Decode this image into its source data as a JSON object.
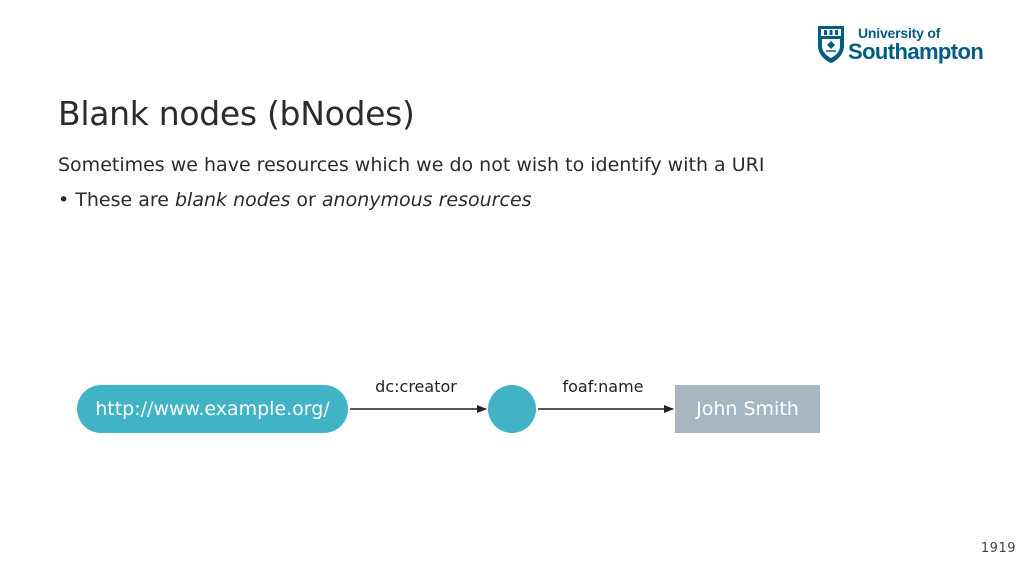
{
  "logo": {
    "line1": "University of",
    "line2": "Southampton",
    "icon": "university-crest-icon",
    "color": "#005c84"
  },
  "slide": {
    "title": "Blank nodes (bNodes)",
    "paragraph": "Sometimes we have resources which we do not wish to identify with a URI",
    "bullet": {
      "marker": "•",
      "prefix": "These are ",
      "term1": "blank nodes",
      "middle": " or ",
      "term2": "anonymous resources"
    },
    "page_number": "1919"
  },
  "diagram": {
    "subject": "http://www.example.org/",
    "predicate1": "dc:creator",
    "predicate2": "foaf:name",
    "object": "John Smith",
    "colors": {
      "resource_node": "#40b4c6",
      "literal_node": "#a7b6c1",
      "arrow": "#222222"
    }
  }
}
